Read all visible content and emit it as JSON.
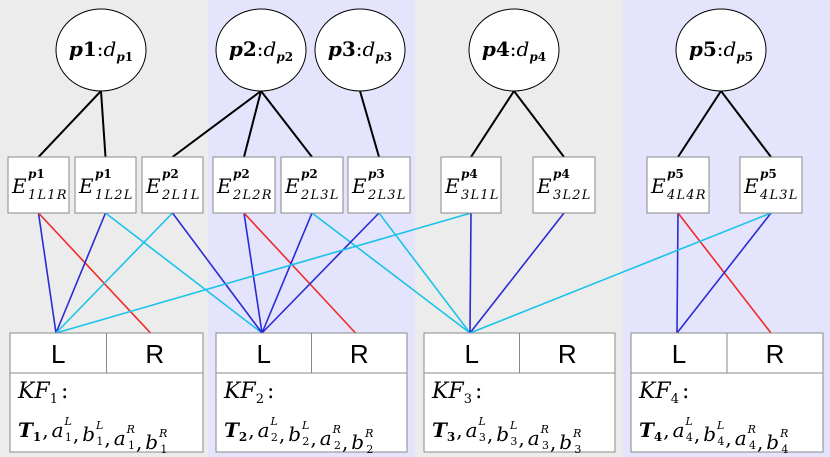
{
  "colors": {
    "band_gray": "#ececec",
    "band_blue": "#e4e4fc",
    "edge": "#000000",
    "link_blue": "#2b2bd6",
    "link_cyan": "#19c3ea",
    "link_red": "#f02a2a"
  },
  "procs": [
    {
      "id": "p1",
      "name": "p1",
      "sub": "p1"
    },
    {
      "id": "p2",
      "name": "p2",
      "sub": "p2"
    },
    {
      "id": "p3",
      "name": "p3",
      "sub": "p3"
    },
    {
      "id": "p4",
      "name": "p4",
      "sub": "p4"
    },
    {
      "id": "p5",
      "name": "p5",
      "sub": "p5"
    }
  ],
  "proc_var": "d",
  "events": [
    {
      "id": "e0",
      "proc": "p1",
      "sub": "1L1R"
    },
    {
      "id": "e1",
      "proc": "p1",
      "sub": "1L2L"
    },
    {
      "id": "e2",
      "proc": "p2",
      "sub": "2L1L"
    },
    {
      "id": "e3",
      "proc": "p2",
      "sub": "2L2R"
    },
    {
      "id": "e4",
      "proc": "p2",
      "sub": "2L3L"
    },
    {
      "id": "e5",
      "proc": "p3",
      "sub": "2L3L"
    },
    {
      "id": "e6",
      "proc": "p4",
      "sub": "3L1L"
    },
    {
      "id": "e7",
      "proc": "p4",
      "sub": "3L2L"
    },
    {
      "id": "e8",
      "proc": "p5",
      "sub": "4L4R"
    },
    {
      "id": "e9",
      "proc": "p5",
      "sub": "4L3L"
    }
  ],
  "event_var": "E",
  "keyframes": [
    {
      "id": "kf1",
      "index": "1",
      "left": "L",
      "right": "R"
    },
    {
      "id": "kf2",
      "index": "2",
      "left": "L",
      "right": "R"
    },
    {
      "id": "kf3",
      "index": "3",
      "left": "L",
      "right": "R"
    },
    {
      "id": "kf4",
      "index": "4",
      "left": "L",
      "right": "R"
    }
  ],
  "kf_prefix": "KF",
  "kf_colon": ":",
  "param_T": "T",
  "param_a": "a",
  "param_b": "b",
  "sup_L": "L",
  "sup_R": "R",
  "comma": ",",
  "tree_edges": [
    [
      "p1",
      "e0"
    ],
    [
      "p1",
      "e1"
    ],
    [
      "p2",
      "e2"
    ],
    [
      "p2",
      "e3"
    ],
    [
      "p2",
      "e4"
    ],
    [
      "p3",
      "e5"
    ],
    [
      "p4",
      "e6"
    ],
    [
      "p4",
      "e7"
    ],
    [
      "p5",
      "e8"
    ],
    [
      "p5",
      "e9"
    ]
  ],
  "links": [
    {
      "event": "e0",
      "to": "kf1-L",
      "color": "link_blue"
    },
    {
      "event": "e0",
      "to": "kf1-R",
      "color": "link_red"
    },
    {
      "event": "e1",
      "to": "kf1-L",
      "color": "link_blue"
    },
    {
      "event": "e1",
      "to": "kf2-L",
      "color": "link_cyan"
    },
    {
      "event": "e2",
      "to": "kf1-L",
      "color": "link_cyan"
    },
    {
      "event": "e2",
      "to": "kf2-L",
      "color": "link_blue"
    },
    {
      "event": "e3",
      "to": "kf2-L",
      "color": "link_blue"
    },
    {
      "event": "e3",
      "to": "kf2-R",
      "color": "link_red"
    },
    {
      "event": "e4",
      "to": "kf2-L",
      "color": "link_blue"
    },
    {
      "event": "e4",
      "to": "kf3-L",
      "color": "link_cyan"
    },
    {
      "event": "e5",
      "to": "kf2-L",
      "color": "link_blue"
    },
    {
      "event": "e5",
      "to": "kf3-L",
      "color": "link_cyan"
    },
    {
      "event": "e6",
      "to": "kf1-L",
      "color": "link_cyan"
    },
    {
      "event": "e6",
      "to": "kf3-L",
      "color": "link_blue"
    },
    {
      "event": "e7",
      "to": "kf3-L",
      "color": "link_blue"
    },
    {
      "event": "e8",
      "to": "kf4-L",
      "color": "link_blue"
    },
    {
      "event": "e8",
      "to": "kf4-R",
      "color": "link_red"
    },
    {
      "event": "e9",
      "to": "kf4-L",
      "color": "link_blue"
    },
    {
      "event": "e9",
      "to": "kf3-L",
      "color": "link_cyan"
    }
  ]
}
